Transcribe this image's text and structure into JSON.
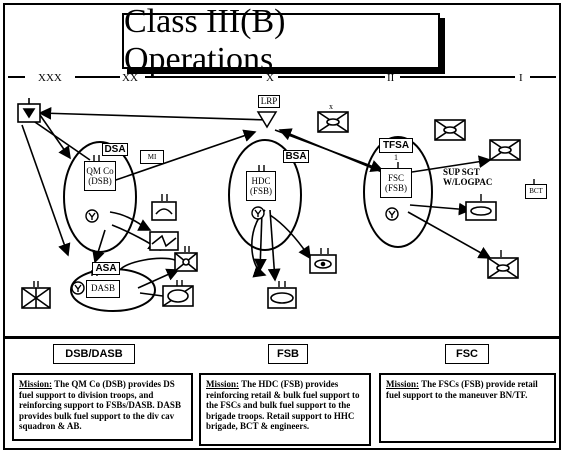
{
  "title": "Class III(B) Operations",
  "echelons": {
    "xxx": "XXX",
    "xx": "XX",
    "x": "X",
    "ii": "II",
    "i": "I"
  },
  "nodes": {
    "lrp": "LRP",
    "dsa": "DSA",
    "mi": "MI",
    "qm": "QM Co (DSB)",
    "bsa": "BSA",
    "hdc": "HDC (FSB)",
    "tfsa": "TFSA",
    "fsc": "FSC (FSB)",
    "asa": "ASA",
    "dasb": "DASB",
    "bct": "BCT",
    "sup_sgt": "SUP SGT W/LOGPAC",
    "x_small": "x",
    "one_small": "1"
  },
  "sections": [
    {
      "heading": "DSB/DASB",
      "label": "Mission:",
      "text": " The QM Co (DSB) provides DS fuel support to division troops, and reinforcing support to FSBs/DASB. DASB provides bulk fuel support to the div cav squadron & AB."
    },
    {
      "heading": "FSB",
      "label": "Mission:",
      "text": " The HDC (FSB) provides reinforcing retail & bulk fuel support to the FSCs and bulk fuel support to the brigade troops. Retail support to HHC brigade, BCT & engineers."
    },
    {
      "heading": "FSC",
      "label": "Mission:",
      "text": " The FSCs (FSB) provide retail fuel support to the maneuver BN/TF."
    }
  ]
}
